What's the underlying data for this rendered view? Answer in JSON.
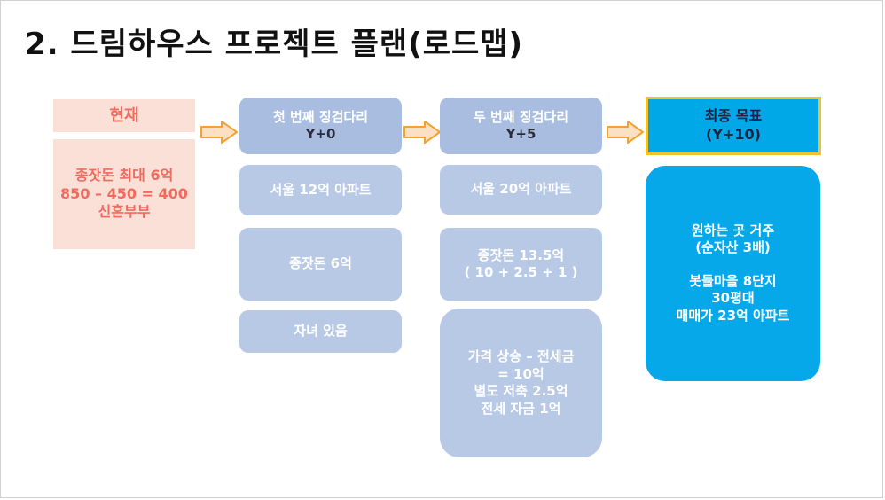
{
  "title": "2. 드림하우스 프로젝트 플랜(로드맵)",
  "current": {
    "heading": "현재",
    "lines": [
      "종잣돈 최대 6억",
      "850 – 450 = 400",
      "신혼부부"
    ]
  },
  "step1": {
    "heading": "첫 번째 징검다리",
    "subheading": "Y+0",
    "items": [
      "서울 12억 아파트",
      "종잣돈 6억",
      "자녀 있음"
    ]
  },
  "step2": {
    "heading": "두 번째 징검다리",
    "subheading": "Y+5",
    "item1": "서울 20억 아파트",
    "item2_lines": [
      "종잣돈 13.5억",
      "( 10 + 2.5 + 1 )"
    ],
    "item3_lines": [
      "가격 상승 – 전세금",
      "= 10억",
      "별도 저축 2.5억",
      "전세 자금 1억"
    ]
  },
  "goal": {
    "heading": "최종 목표",
    "subheading": "(Y+10)",
    "lines_a": [
      "원하는 곳 거주",
      "(순자산 3배)"
    ],
    "lines_b": [
      "봇들마을 8단지",
      "30평대",
      "매매가 23억 아파트"
    ]
  },
  "colors": {
    "current_bg": "#fbe0d7",
    "current_text": "#f06a5e",
    "step_bg": "#b8c9e6",
    "goal_bg": "#06a8ea",
    "goal_border": "#f2c12e",
    "arrow_fill": "#fbe0c4",
    "arrow_stroke": "#f4a22d"
  },
  "icons": [
    "right-arrow-icon"
  ]
}
